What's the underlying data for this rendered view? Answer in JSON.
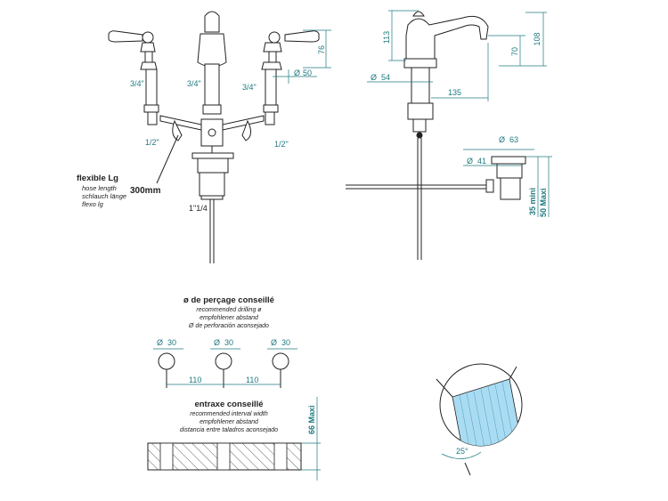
{
  "front_view": {
    "dim_76": "76",
    "dim_50": "50",
    "dim_50_prefix": "Ø",
    "thread_left_upper": "3/4\"",
    "thread_center": "3/4\"",
    "thread_right_upper": "3/4\"",
    "thread_left_lower": "1/2\"",
    "thread_right_lower": "1/2\"",
    "hose_title": "flexible Lg",
    "hose_lines": [
      "hose length",
      "schlauch länge",
      "flexo lg"
    ],
    "hose_length": "300mm",
    "drain_thread": "1\"1/4"
  },
  "side_view": {
    "dim_113": "113",
    "dim_108": "108",
    "dim_70": "70",
    "dim_54": "54",
    "dim_54_prefix": "Ø",
    "dim_135": "135"
  },
  "drain_detail": {
    "dim_63": "63",
    "dim_41": "41",
    "diameter_prefix": "Ø",
    "dim_35_mini": "35 mini",
    "dim_50_maxi": "50 Maxi"
  },
  "drilling": {
    "title": "ø de perçage conseillé",
    "lines": [
      "recommended drilling ø",
      "empfohlener abstand",
      "Ø de perforación aconsejado"
    ],
    "hole_diameters": [
      "30",
      "30",
      "30"
    ],
    "diameter_prefix": "Ø",
    "spacing": [
      "110",
      "110"
    ]
  },
  "interval": {
    "title": "entraxe conseillé",
    "lines": [
      "recommended interval width",
      "empfohlener abstand",
      "distancia entre taladros aconsejado"
    ],
    "max_thickness": "66 Maxi"
  },
  "angle_detail": {
    "angle": "25°",
    "hatch_color": "#a9dcf2"
  }
}
